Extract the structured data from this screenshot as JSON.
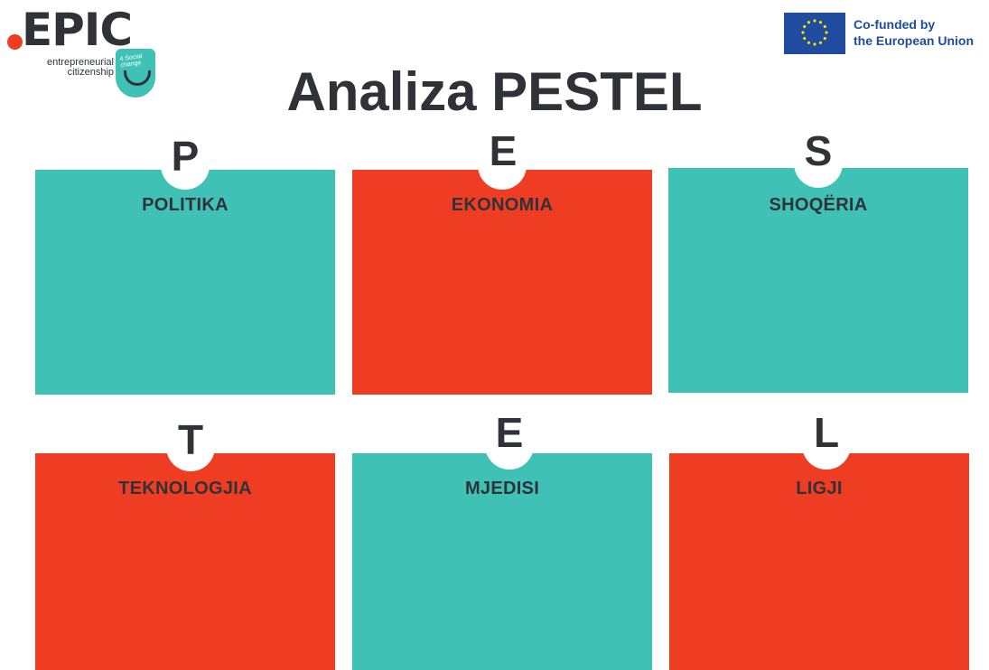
{
  "logo": {
    "wordmark": "EPIC",
    "sub_line1": "entrepreneurial",
    "sub_line2": "citizenship",
    "badge_line1": "4 Social",
    "badge_line2": "change"
  },
  "eu": {
    "line1": "Co-funded by",
    "line2": "the European Union"
  },
  "title": "Analiza PESTEL",
  "cards": [
    {
      "letter": "P",
      "label": "POLITIKA",
      "color": "#3fc1b5"
    },
    {
      "letter": "E",
      "label": "EKONOMIA",
      "color": "#ef3d24"
    },
    {
      "letter": "S",
      "label": "SHOQËRIA",
      "color": "#3fc1b5"
    },
    {
      "letter": "T",
      "label": "TEKNOLOGJIA",
      "color": "#ef3d24"
    },
    {
      "letter": "E",
      "label": "MJEDISI",
      "color": "#3fc1b5"
    },
    {
      "letter": "L",
      "label": "LIGJI",
      "color": "#ef3d24"
    }
  ]
}
